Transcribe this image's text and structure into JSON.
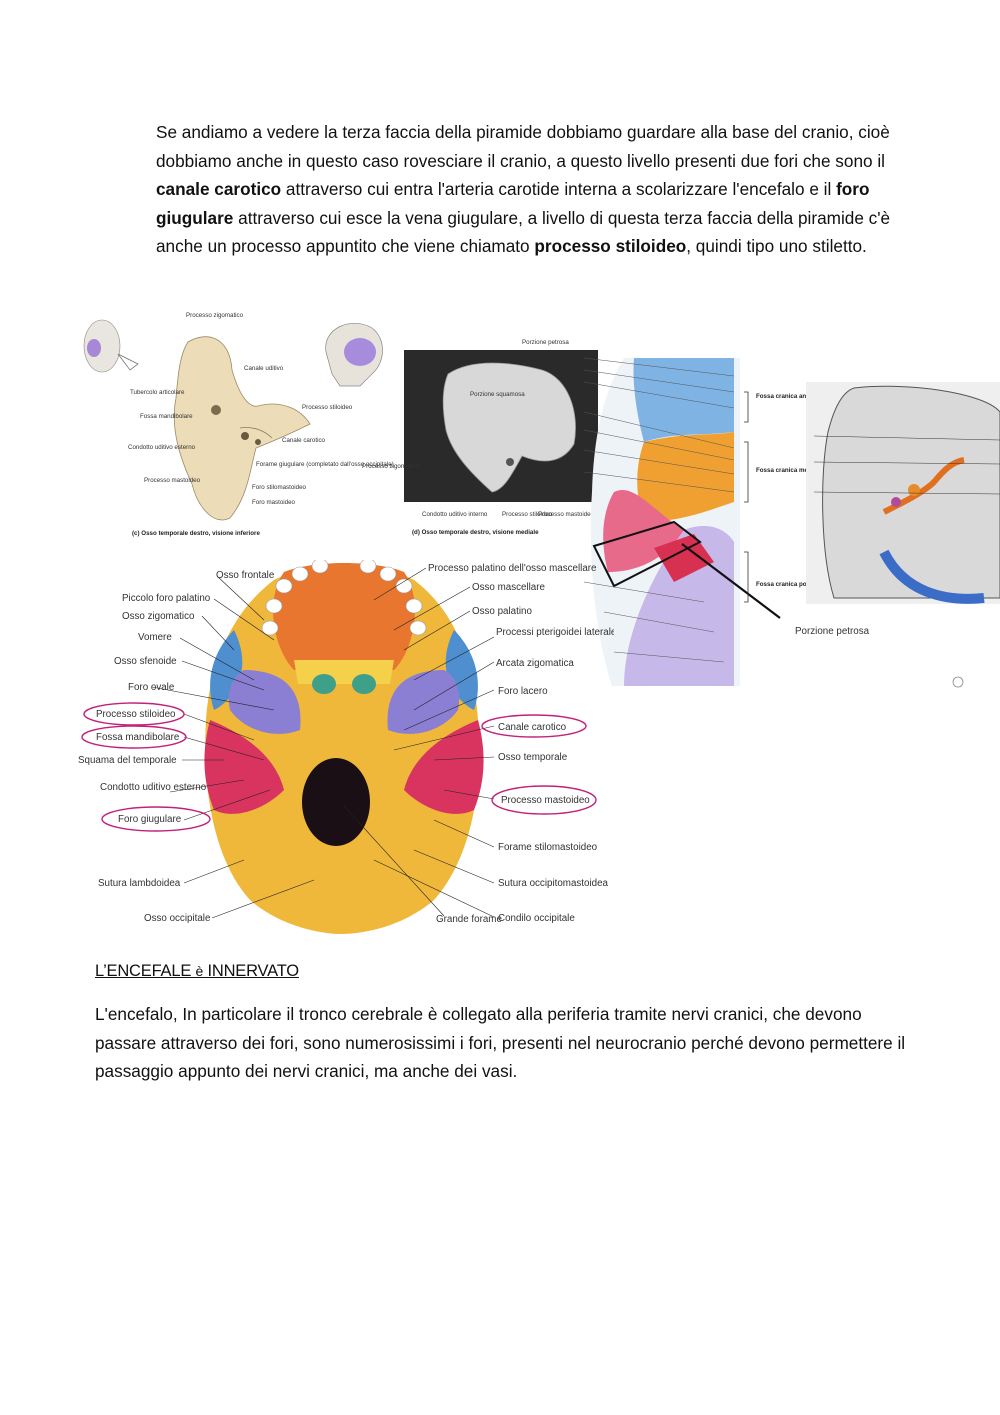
{
  "paragraph1": {
    "t1": "Se andiamo a vedere la terza faccia della piramide dobbiamo guardare alla base del cranio, cioè dobbiamo anche in questo caso rovesciare il cranio, a questo livello presenti due fori che sono il ",
    "b1": "canale carotico",
    "t2": " attraverso cui entra l'arteria carotide interna a scolarizzare l'encefalo e il ",
    "b2": "foro giugulare",
    "t3": " attraverso cui esce la vena giugulare, a livello di questa terza faccia della piramide c'è anche un processo appuntito che viene chiamato ",
    "b3": "processo stiloideo",
    "t4": ", quindi tipo uno stiletto."
  },
  "figure_temporal": {
    "labels": {
      "zygomatic": "Processo zigomatico",
      "tubercle": "Tubercolo articolare",
      "fossa": "Fossa mandibolare",
      "meatus": "Condotto uditivo esterno",
      "mastoid": "Processo mastoideo",
      "canal_auditory": "Canale uditivo",
      "styloid": "Processo stiloideo",
      "carotid": "Canale carotico",
      "jugular": "Forame giugulare (completato dall'osso occipitale)",
      "stylomastoid": "Foro stilomastoideo",
      "mastoid_foramen": "Foro mastoideo"
    },
    "caption": "(c) Osso temporale destro, visione inferiore"
  },
  "figure_medial": {
    "labels": {
      "petrous": "Porzione petrosa",
      "squamous": "Porzione squamosa",
      "zygomatic": "Processo zigomatico",
      "internal_meatus": "Condotto uditivo interno",
      "styloid": "Processo stiloideo",
      "mastoid": "Processo mastoideo"
    },
    "caption": "(d) Osso temporale destro, visione mediale"
  },
  "figure_fossae": {
    "labels": {
      "anterior": "Fossa cranica anteriore",
      "middle": "Fossa cranica media",
      "posterior": "Fossa cranica posteriore",
      "petrous": "Porzione petrosa"
    }
  },
  "figure_base": {
    "left_labels": [
      "Osso frontale",
      "Piccolo foro palatino",
      "Osso zigomatico",
      "Vomere",
      "Osso sfenoide",
      "Foro ovale",
      "Processo stiloideo",
      "Fossa mandibolare",
      "Squama del temporale",
      "Condotto uditivo esterno",
      "Foro giugulare",
      "Sutura lambdoidea",
      "Osso occipitale"
    ],
    "right_labels": [
      "Processo palatino dell'osso mascellare",
      "Osso mascellare",
      "Osso palatino",
      "Processi pterigoidei laterale e mediale",
      "Arcata zigomatica",
      "Foro lacero",
      "Canale carotico",
      "Osso temporale",
      "Processo mastoideo",
      "Forame stilomastoideo",
      "Sutura occipitomastoidea",
      "Condilo occipitale",
      "Grande forame"
    ]
  },
  "heading": {
    "part1": "L’ENCEFALE ",
    "part2": "è",
    "part3": " INNERVATO"
  },
  "paragraph2": "L'encefalo, In particolare il tronco cerebrale è collegato alla periferia tramite nervi cranici, che devono passare attraverso dei fori, sono numerosissimi i fori, presenti nel neurocranio perché devono permettere il passaggio appunto dei nervi cranici, ma anche dei vasi.",
  "colors": {
    "frontal": "#e8762e",
    "zygomatic": "#4f8fd0",
    "sphenoid": "#8b7fd4",
    "temporal": "#d8345f",
    "occipital": "#f0b83a",
    "circle": "#c2207a"
  }
}
